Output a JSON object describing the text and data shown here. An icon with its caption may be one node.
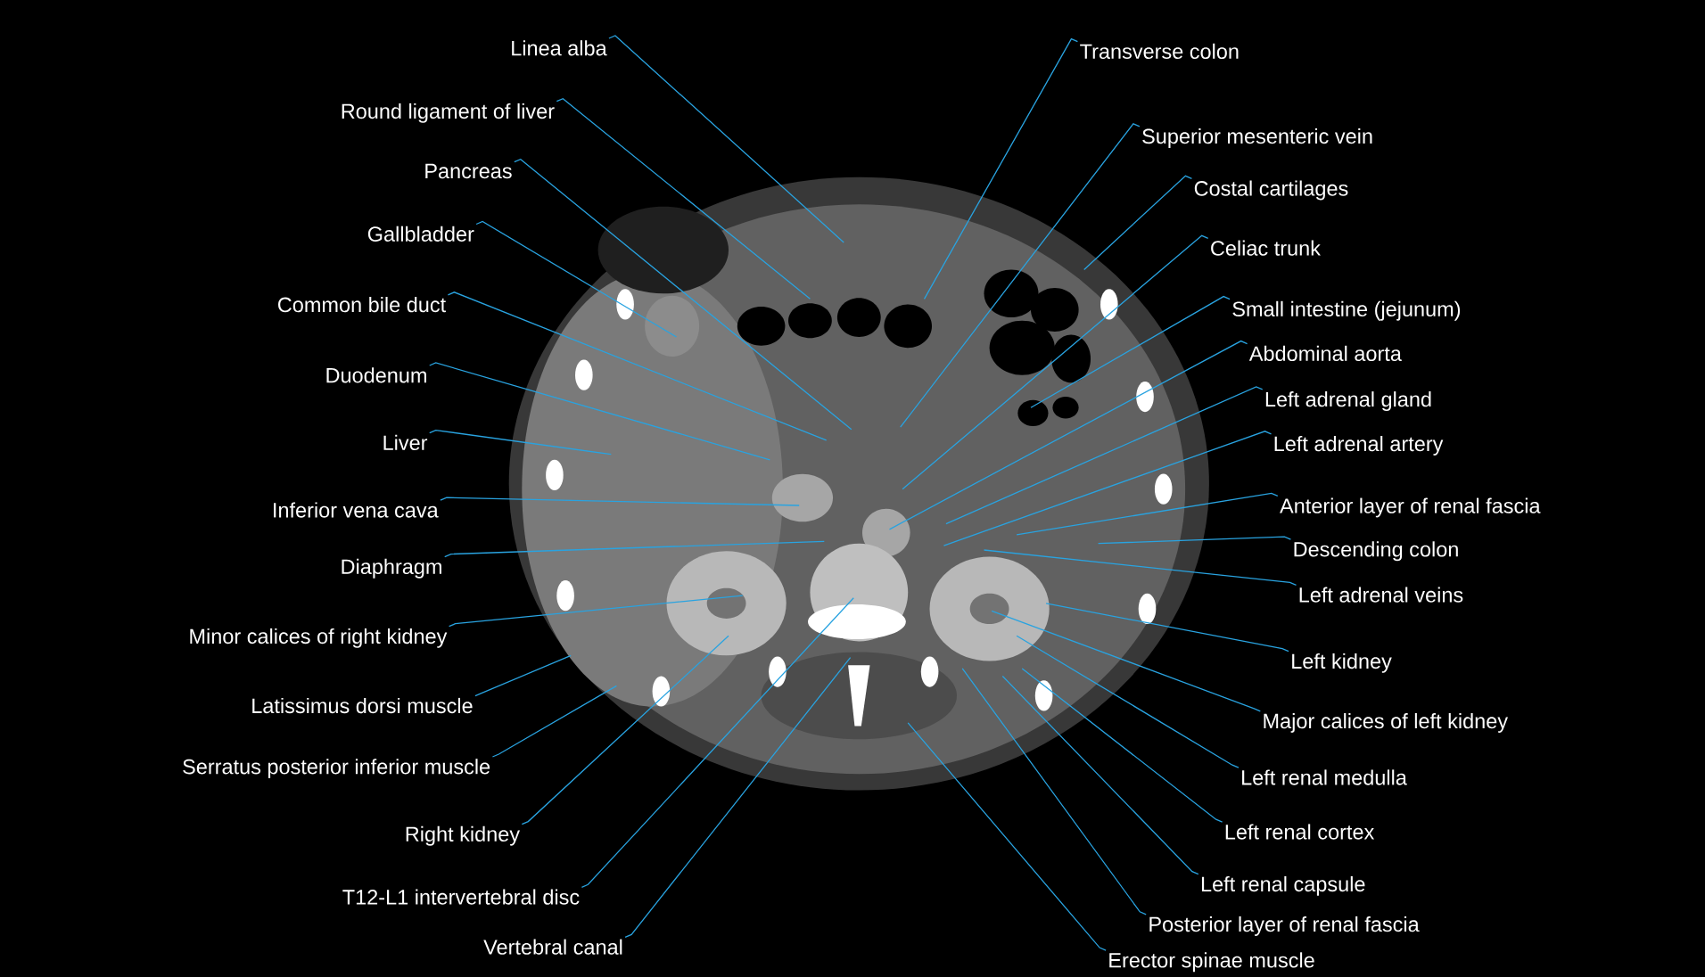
{
  "diagram": {
    "nodes": [
      {
        "text": [
          "Linea alba"
        ]
      },
      {
        "text": [
          "Round ligament of liver"
        ]
      },
      {
        "text": [
          "Pancreas"
        ]
      },
      {
        "text": [
          "Gallbladder"
        ]
      },
      {
        "text": [
          "Common bile duct"
        ]
      },
      {
        "text": [
          "Duodenum"
        ]
      },
      {
        "text": [
          "Liver"
        ]
      },
      {
        "text": [
          "Inferior vena cava"
        ]
      },
      {
        "text": [
          "Diaphragm"
        ]
      },
      {
        "text": [
          "Minor calices of right kidney"
        ]
      },
      {
        "text": [
          "Latissimus dorsi muscle"
        ]
      },
      {
        "text": [
          "Serratus posterior inferior muscle"
        ]
      },
      {
        "text": [
          "Right kidney"
        ]
      },
      {
        "text": [
          "T12-L1 intervertebral disc"
        ]
      },
      {
        "text": [
          "Vertebral canal"
        ]
      },
      {
        "text": [
          "Transverse colon"
        ]
      },
      {
        "text": [
          "Superior mesenteric vein"
        ]
      },
      {
        "text": [
          "Costal cartilages"
        ]
      },
      {
        "text": [
          "Celiac trunk"
        ]
      },
      {
        "text": [
          "Small intestine (jejunum)"
        ]
      },
      {
        "text": [
          "Abdominal aorta"
        ]
      },
      {
        "text": [
          "Left adrenal gland"
        ]
      },
      {
        "text": [
          "Left adrenal artery"
        ]
      },
      {
        "text": [
          "Anterior layer of renal fascia"
        ]
      },
      {
        "text": [
          "Descending colon"
        ]
      },
      {
        "text": [
          "Left adrenal veins"
        ]
      },
      {
        "text": [
          "Left kidney"
        ]
      },
      {
        "text": [
          "Major calices of left kidney"
        ]
      },
      {
        "text": [
          "Left renal medulla"
        ]
      },
      {
        "text": [
          "Left renal cortex"
        ]
      },
      {
        "text": [
          "Left renal capsule"
        ]
      },
      {
        "text": [
          "Posterior layer of renal fascia"
        ]
      },
      {
        "text": [
          "Erector spinae muscle"
        ]
      }
    ],
    "edges": [
      {
        "from": 0,
        "to": null,
        "arrow": "none"
      },
      {
        "from": 1,
        "to": null,
        "arrow": "none"
      },
      {
        "from": 2,
        "to": null,
        "arrow": "none"
      },
      {
        "from": 3,
        "to": null,
        "arrow": "none"
      },
      {
        "from": 4,
        "to": null,
        "arrow": "none"
      },
      {
        "from": 5,
        "to": null,
        "arrow": "none"
      },
      {
        "from": 6,
        "to": null,
        "arrow": "none"
      },
      {
        "from": 7,
        "to": null,
        "arrow": "none"
      },
      {
        "from": 8,
        "to": null,
        "arrow": "none"
      },
      {
        "from": 9,
        "to": null,
        "arrow": "none"
      },
      {
        "from": 10,
        "to": null,
        "arrow": "none"
      },
      {
        "from": 11,
        "to": null,
        "arrow": "none"
      },
      {
        "from": 12,
        "to": null,
        "arrow": "none"
      },
      {
        "from": 13,
        "to": null,
        "arrow": "none"
      },
      {
        "from": 14,
        "to": null,
        "arrow": "none"
      },
      {
        "from": 15,
        "to": null,
        "arrow": "none"
      },
      {
        "from": 16,
        "to": null,
        "arrow": "none"
      },
      {
        "from": 17,
        "to": null,
        "arrow": "none"
      },
      {
        "from": 18,
        "to": null,
        "arrow": "none"
      },
      {
        "from": 19,
        "to": null,
        "arrow": "none"
      },
      {
        "from": 20,
        "to": null,
        "arrow": "none"
      },
      {
        "from": 21,
        "to": null,
        "arrow": "none"
      },
      {
        "from": 22,
        "to": null,
        "arrow": "none"
      },
      {
        "from": 23,
        "to": null,
        "arrow": "none"
      },
      {
        "from": 24,
        "to": null,
        "arrow": "none"
      },
      {
        "from": 25,
        "to": null,
        "arrow": "none"
      },
      {
        "from": 26,
        "to": null,
        "arrow": "none"
      },
      {
        "from": 27,
        "to": null,
        "arrow": "none"
      },
      {
        "from": 28,
        "to": null,
        "arrow": "none"
      },
      {
        "from": 29,
        "to": null,
        "arrow": "none"
      },
      {
        "from": 30,
        "to": null,
        "arrow": "none"
      },
      {
        "from": 31,
        "to": null,
        "arrow": "none"
      },
      {
        "from": 32,
        "to": null,
        "arrow": "none"
      }
    ]
  }
}
